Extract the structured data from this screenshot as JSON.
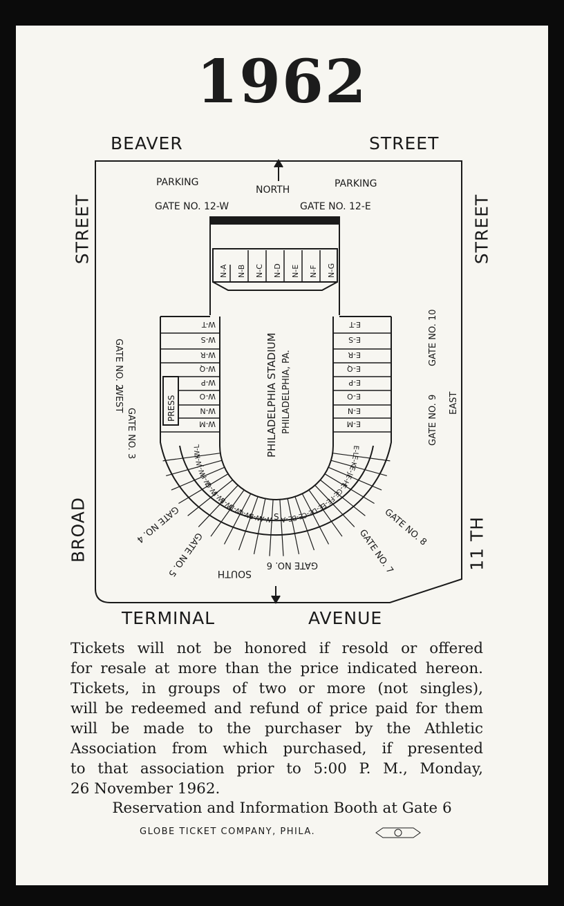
{
  "ticket": {
    "year": "1962",
    "streets": {
      "top_left": "BEAVER",
      "top_right": "STREET",
      "left": "STREET",
      "right": "STREET",
      "bottom_left_side": "BROAD",
      "bottom_right_side": "11 TH",
      "bottom_left": "TERMINAL",
      "bottom_right": "AVENUE"
    },
    "map": {
      "parking_left": "PARKING",
      "parking_right": "PARKING",
      "north": "NORTH",
      "south": "SOUTH",
      "gate_12w": "GATE NO. 12-W",
      "gate_12e": "GATE NO. 12-E",
      "stadium_name": "PHILADELPHIA STADIUM",
      "stadium_city": "PHILADELPHIA, PA.",
      "press": "PRESS",
      "west": "WEST",
      "east": "EAST",
      "gate_2": "GATE NO. 2",
      "gate_3": "GATE NO. 3",
      "gate_10": "GATE NO. 10",
      "gate_9": "GATE NO. 9",
      "gate_4": "GATE NO. 4",
      "gate_5": "GATE NO. 5",
      "gate_6": "GATE NO. 6",
      "gate_7": "GATE NO. 7",
      "gate_8": "GATE NO. 8",
      "north_sections": [
        "N-A",
        "N-B",
        "N-C",
        "N-D",
        "N-E",
        "N-F",
        "N-G"
      ],
      "west_sections": [
        "W-T",
        "W-S",
        "W-R",
        "W-Q",
        "W-P",
        "W-O",
        "W-N",
        "W-M",
        "W-L",
        "W-K",
        "W-J",
        "W-H",
        "W-G",
        "W-F",
        "W-E",
        "W-D",
        "W-C",
        "W-B",
        "W-A"
      ],
      "east_sections": [
        "E-T",
        "E-S",
        "E-R",
        "E-Q",
        "E-P",
        "E-O",
        "E-N",
        "E-M",
        "E-L",
        "E-K",
        "E-J",
        "E-H",
        "E-G",
        "E-F",
        "E-E",
        "E-D",
        "E-C",
        "E-B",
        "E-A"
      ],
      "south_center": "S"
    },
    "terms_lines": [
      "Tickets will not be honored if resold or offered",
      "for resale at more than the price indicated hereon.",
      "Tickets, in groups of two or more (not singles),",
      "will be redeemed and refund of price paid for them",
      "will be made to the purchaser by the Athletic",
      "Association from which purchased, if presented",
      "to that association prior to 5:00 P. M., Monday,",
      "26 November 1962."
    ],
    "booth": "Reservation and Information Booth at Gate 6",
    "printer": "GLOBE TICKET COMPANY, PHILA.",
    "union_label": "PRINTING TRADES UNION LABEL",
    "colors": {
      "card": "#f7f6f1",
      "ink": "#1a1a1a",
      "frame": "#0b0b0b"
    }
  }
}
